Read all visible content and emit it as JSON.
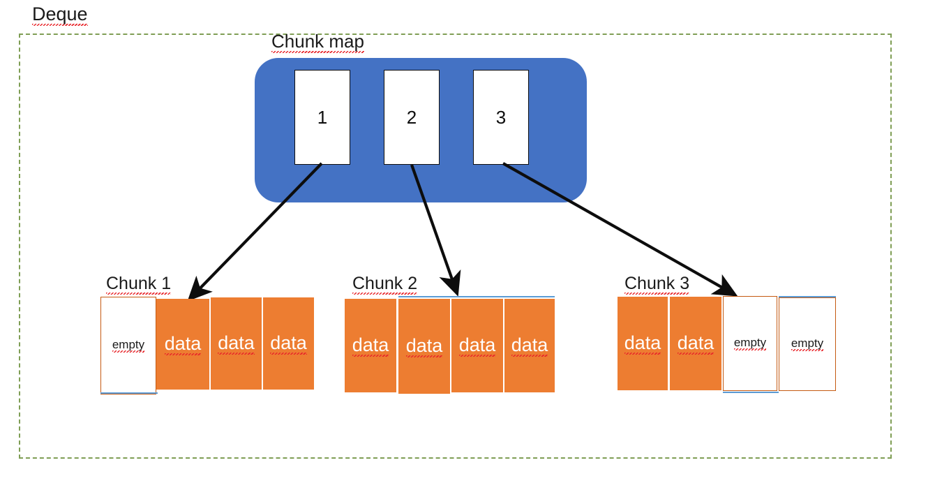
{
  "diagram": {
    "title": "Deque",
    "frame_border_color": "#7f9e55",
    "chunk_map": {
      "label": "Chunk map",
      "fill_color": "#4472C4",
      "slots": [
        {
          "label": "1"
        },
        {
          "label": "2"
        },
        {
          "label": "3"
        }
      ]
    },
    "data_color": "#ED7D31",
    "empty_border_color": "#C55A11",
    "chunks": [
      {
        "label": "Chunk 1",
        "cells": [
          {
            "label": "empty",
            "state": "empty"
          },
          {
            "label": "data",
            "state": "data"
          },
          {
            "label": "data",
            "state": "data"
          },
          {
            "label": "data",
            "state": "data"
          }
        ]
      },
      {
        "label": "Chunk 2",
        "cells": [
          {
            "label": "data",
            "state": "data"
          },
          {
            "label": "data",
            "state": "data"
          },
          {
            "label": "data",
            "state": "data"
          },
          {
            "label": "data",
            "state": "data"
          }
        ]
      },
      {
        "label": "Chunk 3",
        "cells": [
          {
            "label": "data",
            "state": "data"
          },
          {
            "label": "data",
            "state": "data"
          },
          {
            "label": "empty",
            "state": "empty"
          },
          {
            "label": "empty",
            "state": "empty"
          }
        ]
      }
    ],
    "arrows": [
      {
        "from_slot": "1",
        "to_chunk": "Chunk 1"
      },
      {
        "from_slot": "2",
        "to_chunk": "Chunk 2"
      },
      {
        "from_slot": "3",
        "to_chunk": "Chunk 3"
      }
    ]
  }
}
